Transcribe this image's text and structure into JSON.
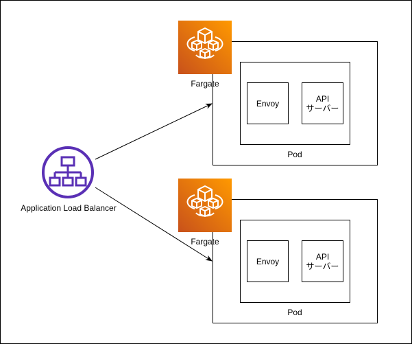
{
  "alb": {
    "label": "Application Load Balancer",
    "icon": "elastic-load-balancing-icon",
    "color": "#5a30b5"
  },
  "groups": [
    {
      "fargate_label": "Fargate",
      "pod_label": "Pod",
      "envoy_label": "Envoy",
      "api_line1": "API",
      "api_line2": "サーバー"
    },
    {
      "fargate_label": "Fargate",
      "pod_label": "Pod",
      "envoy_label": "Envoy",
      "api_line1": "API",
      "api_line2": "サーバー"
    }
  ],
  "colors": {
    "fargate_gradient_start": "#c8511b",
    "fargate_gradient_end": "#ff9900",
    "alb_purple": "#5a30b5"
  }
}
